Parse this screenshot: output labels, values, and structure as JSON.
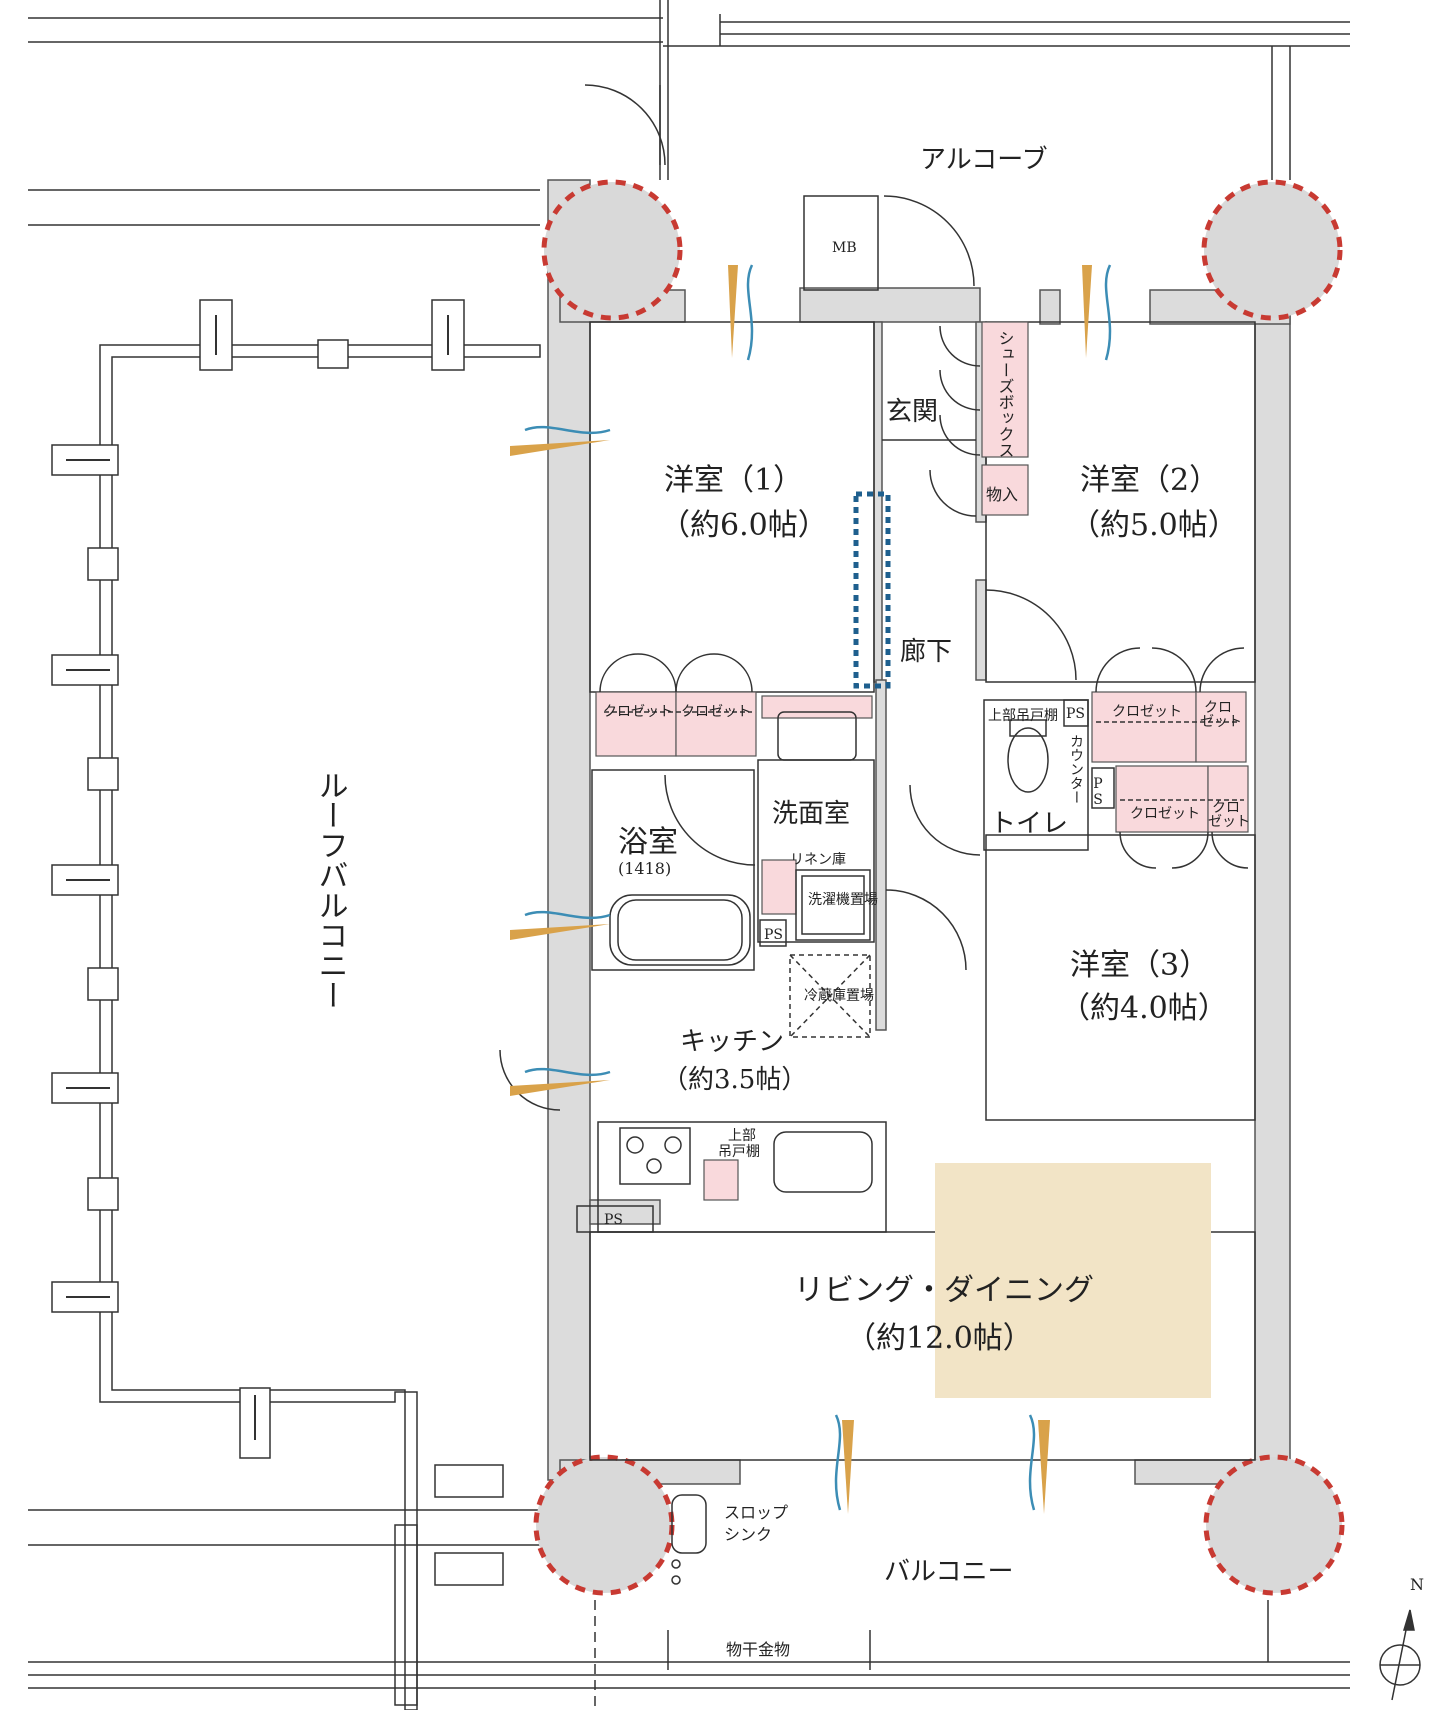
{
  "rooms": {
    "alcove": "アルコーブ",
    "mb": "MB",
    "genkan": "玄関",
    "shoebox": "シューズボックス",
    "storage": "物入",
    "room1_name": "洋室（1）",
    "room1_size": "（約6.0帖）",
    "room2_name": "洋室（2）",
    "room2_size": "（約5.0帖）",
    "room3_name": "洋室（3）",
    "room3_size": "（約4.0帖）",
    "hallway": "廊下",
    "closet": "クロゼット",
    "closet_short_a": "クロ",
    "closet_short_b": "ゼット",
    "upper_shelf": "上部吊戸棚",
    "ps": "PS",
    "counter": "カウンター",
    "toilet": "トイレ",
    "washroom": "洗面室",
    "linen": "リネン庫",
    "washer": "洗濯機置場",
    "bath": "浴室",
    "bath_size": "(1418)",
    "fridge": "冷蔵庫置場",
    "kitchen": "キッチン",
    "kitchen_size": "（約3.5帖）",
    "kitchen_shelf_a": "上部",
    "kitchen_shelf_b": "吊戸棚",
    "living": "リビング・ダイニング",
    "living_size": "（約12.0帖）",
    "roof_balcony": "ルーフバルコニー",
    "slop_a": "スロップ",
    "slop_b": "シンク",
    "balcony": "バルコニー",
    "drying": "物干金物",
    "north": "N"
  },
  "colors": {
    "wall": "#dcdcdc",
    "pink": "#f9d9dc",
    "tan": "#f2e4c6",
    "pillar_ring": "#c83a32",
    "pillar_fill": "#d9d9d9",
    "dotted_blue": "#1e5f8e",
    "wind_blue": "#3c8db5",
    "wind_gold": "#d9a24a"
  }
}
